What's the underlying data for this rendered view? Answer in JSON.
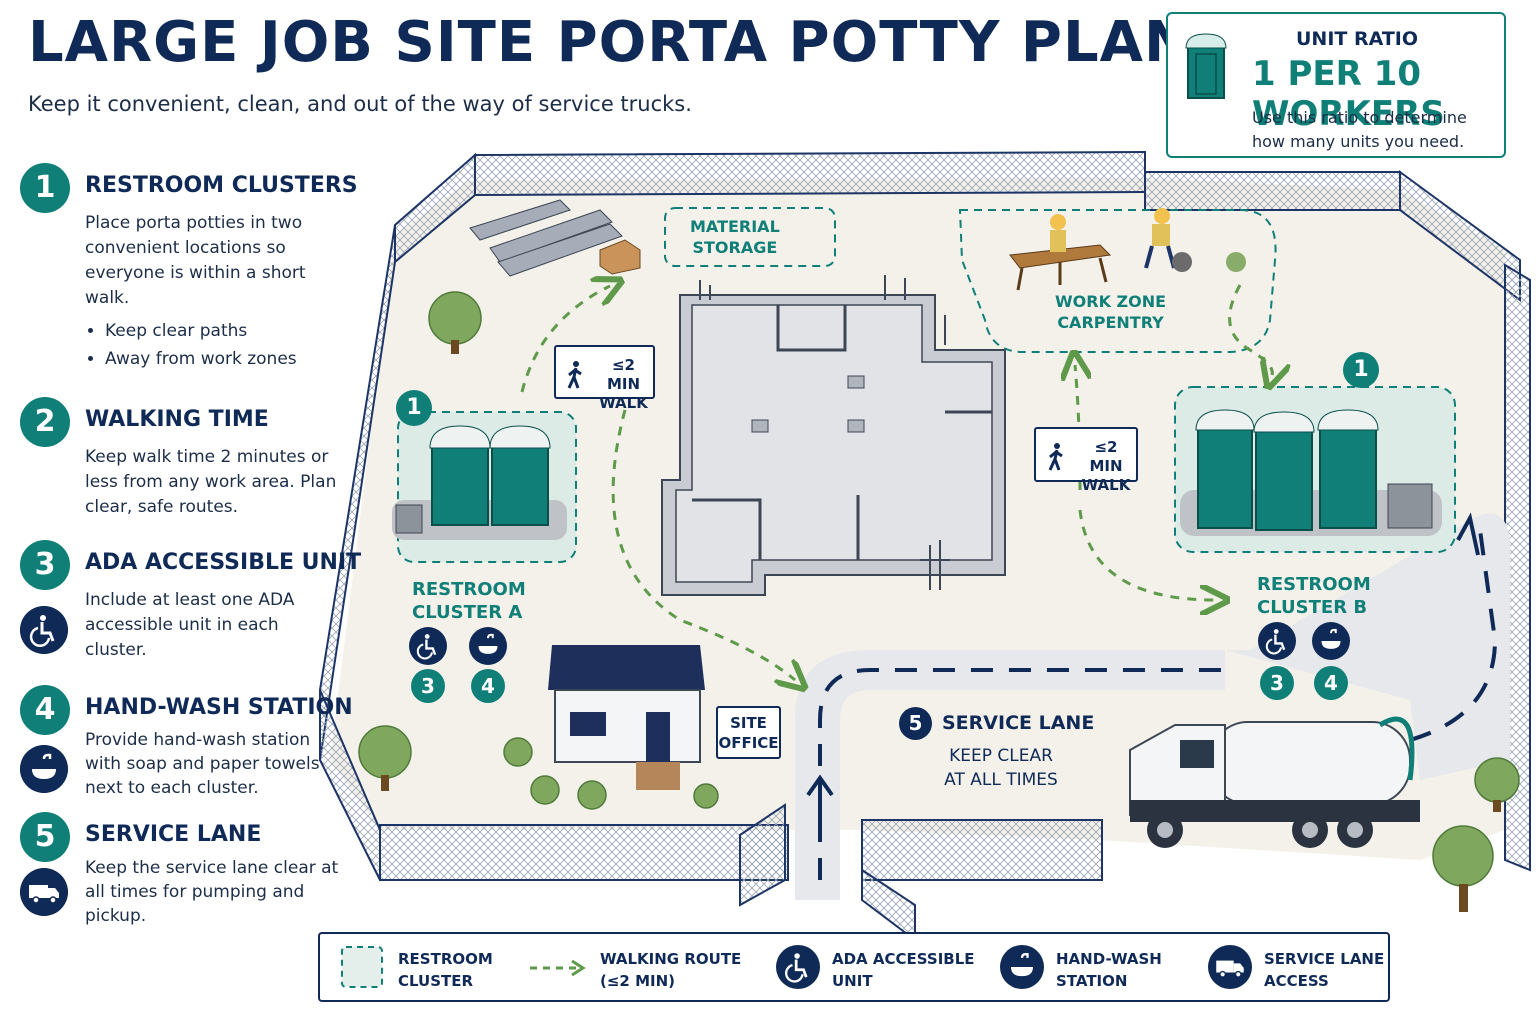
{
  "header": {
    "title": "LARGE JOB SITE PORTA POTTY PLAN",
    "subtitle": "Keep it convenient, clean, and out of the way of service trucks."
  },
  "ratio_box": {
    "label": "UNIT RATIO",
    "ratio_text": "1 PER 10 WORKERS",
    "description_line1": "Use this ratio to determine",
    "description_line2": "how many units you need."
  },
  "steps": [
    {
      "num": "1",
      "heading": "RESTROOM CLUSTERS",
      "body": "Place porta potties in two convenient locations so everyone is within a short walk.",
      "bullets": [
        "Keep clear paths",
        "Away from work zones"
      ]
    },
    {
      "num": "2",
      "heading": "WALKING TIME",
      "body": "Keep walk time 2 minutes or less from any work area. Plan clear, safe routes."
    },
    {
      "num": "3",
      "heading": "ADA ACCESSIBLE UNIT",
      "body": "Include at least one ADA accessible unit in each cluster.",
      "icon": "wheelchair-icon"
    },
    {
      "num": "4",
      "heading": "HAND-WASH STATION",
      "body": "Provide hand-wash station with soap and paper towels next to each cluster.",
      "icon": "sink-icon"
    },
    {
      "num": "5",
      "heading": "SERVICE LANE",
      "body": "Keep the service lane clear at all times for pumping and pickup.",
      "icon": "truck-icon"
    }
  ],
  "map": {
    "material_storage": [
      "MATERIAL",
      "STORAGE"
    ],
    "work_zone": [
      "WORK ZONE",
      "CARPENTRY"
    ],
    "walk_label": [
      "≤2 MIN",
      "WALK"
    ],
    "cluster_a": [
      "RESTROOM",
      "CLUSTER A"
    ],
    "cluster_b": [
      "RESTROOM",
      "CLUSTER B"
    ],
    "cluster_num": "1",
    "badge_3": "3",
    "badge_4": "4",
    "badge_5": "5",
    "site_office": [
      "SITE",
      "OFFICE"
    ],
    "service_lane_title": "SERVICE LANE",
    "service_lane_note": [
      "KEEP CLEAR",
      "AT ALL TIMES"
    ]
  },
  "legend": [
    {
      "label1": "RESTROOM",
      "label2": "CLUSTER",
      "icon": "dashed-box-icon"
    },
    {
      "label1": "WALKING ROUTE",
      "label2": "(≤2 MIN)",
      "icon": "dashed-arrow-icon"
    },
    {
      "label1": "ADA ACCESSIBLE",
      "label2": "UNIT",
      "icon": "wheelchair-icon"
    },
    {
      "label1": "HAND-WASH",
      "label2": "STATION",
      "icon": "sink-icon"
    },
    {
      "label1": "SERVICE LANE",
      "label2": "ACCESS",
      "icon": "truck-icon"
    }
  ],
  "colors": {
    "teal": "#0f7f78",
    "navy": "#102a57",
    "route_green": "#5e9a4a",
    "ground": "#f3f1ea"
  }
}
